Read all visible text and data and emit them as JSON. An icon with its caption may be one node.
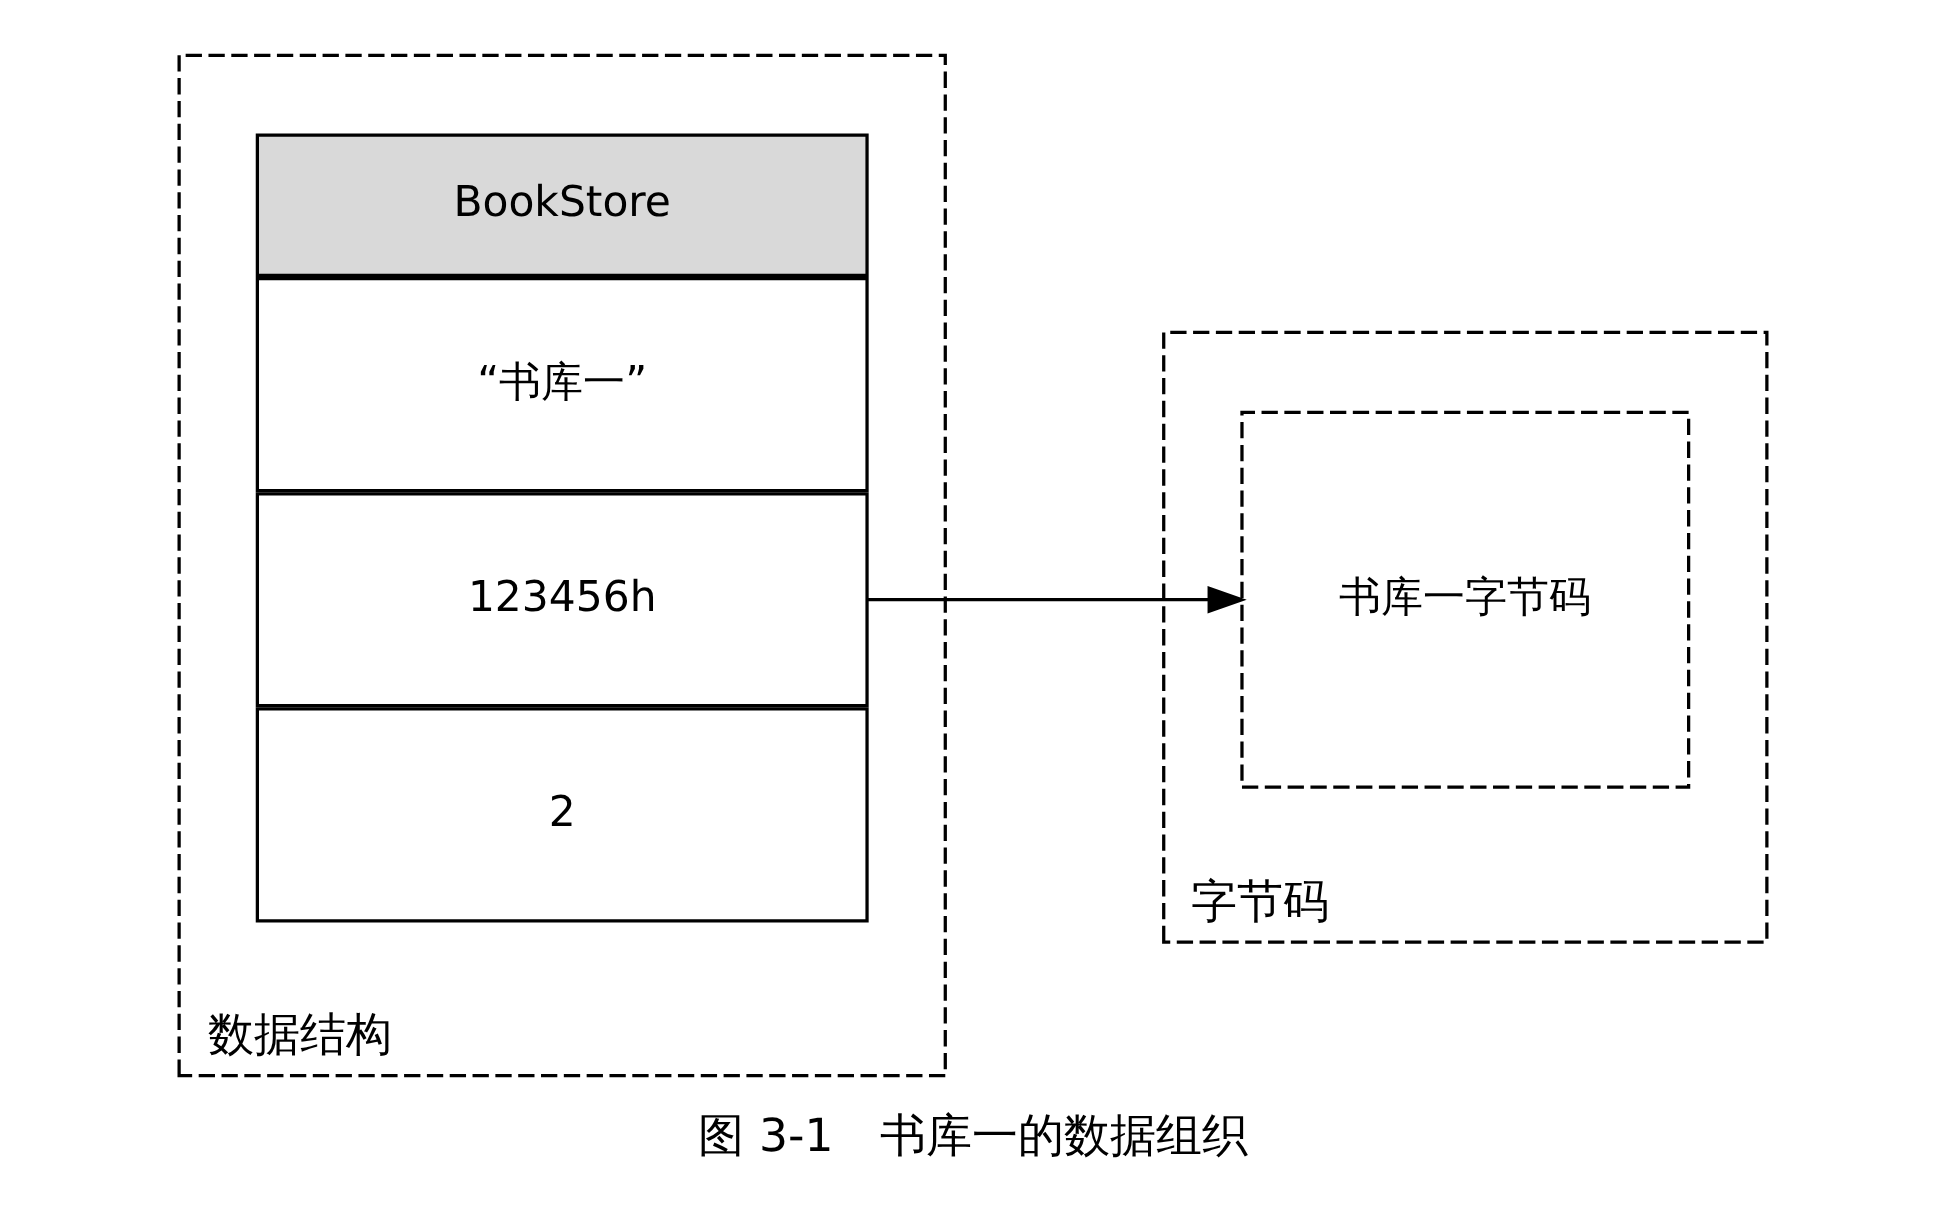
{
  "diagram": {
    "caption": "图 3-1　书库一的数据组织",
    "nodes": [
      {
        "text": [
          "数据结构"
        ]
      },
      {
        "text": [
          "BookStore"
        ],
        "in": 0
      },
      {
        "text": [
          "“书库一”"
        ],
        "in": 0
      },
      {
        "text": [
          "123456h"
        ],
        "in": 0
      },
      {
        "text": [
          "2"
        ],
        "in": 0
      },
      {
        "text": [
          "字节码"
        ]
      },
      {
        "text": [
          "书库一字节码"
        ],
        "in": 5
      }
    ],
    "edges": [
      {
        "from": 3,
        "to": 6,
        "arrow": "to"
      }
    ]
  }
}
